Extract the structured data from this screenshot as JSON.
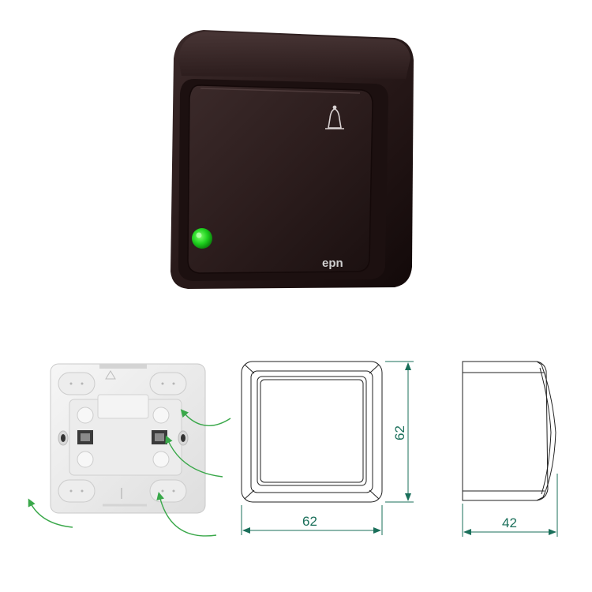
{
  "product": {
    "brand": "epn",
    "icon": "bell-icon",
    "indicator_color": "#1fd11f",
    "body_color": "#2b1c1c"
  },
  "dimensions": {
    "front_width": "62",
    "front_height": "62",
    "side_depth": "42",
    "dim_color": "#1a6f5a"
  },
  "arrows": {
    "color": "#3aa84a"
  }
}
